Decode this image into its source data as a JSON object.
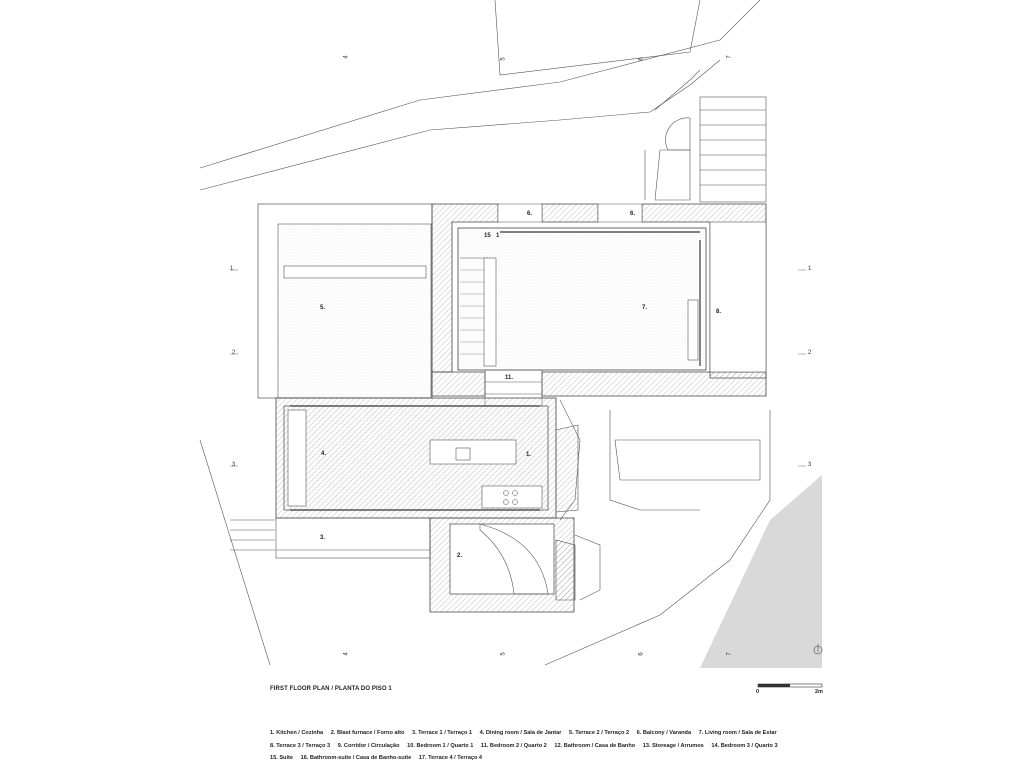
{
  "rooms": {
    "r1": "1.",
    "r2": "2.",
    "r3": "3.",
    "r4": "4.",
    "r5": "5.",
    "r6a": "6.",
    "r6b": "6.",
    "r7": "7.",
    "r8": "8.",
    "r11": "11.",
    "r15": "15",
    "r1b": "1"
  },
  "grid": {
    "top": [
      "4",
      "5",
      "6",
      "7"
    ],
    "bottom": [
      "4",
      "5",
      "6",
      "7"
    ],
    "left": [
      "1",
      "2",
      "3"
    ],
    "right": [
      "1",
      "2",
      "3"
    ]
  },
  "title": "FIRST FLOOR PLAN / PLANTA DO PISO 1",
  "scale": {
    "start": "0",
    "end": "2m"
  },
  "legend": [
    "1. Kitchen / Cozinha",
    "2. Blast furnace / Forno alto",
    "3. Terrace 1 / Terraço 1",
    "4. Dining room / Sala de Jantar",
    "5. Terrace 2 / Terraço 2",
    "6. Balcony / Varanda",
    "7. Living room / Sala de Estar",
    "8. Terrace 3 / Terraço 3",
    "9. Corridor / Circulação",
    "10. Bedroom 1 / Quarto 1",
    "11. Bedroom 2 / Quarto 2",
    "12. Bathroom / Casa de Banho",
    "13. Storeage / Arrumos",
    "14. Bedroom 3 / Quarto 3",
    "15. Suite",
    "16. Bathroom-suite / Casa de Banho-suite",
    "17. Terrace 4 / Terraço 4"
  ]
}
